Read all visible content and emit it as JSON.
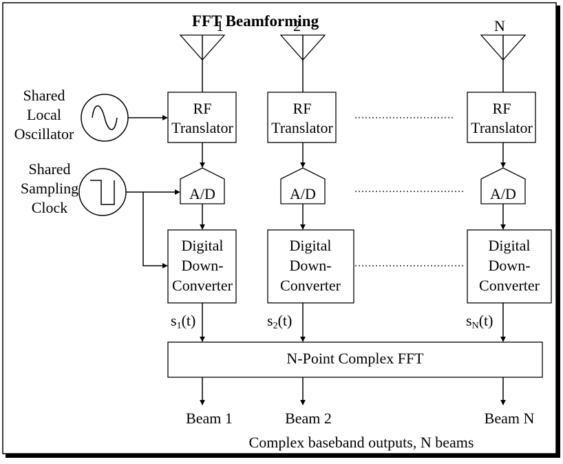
{
  "diagram": {
    "title": "FFT Beamforming",
    "channels": [
      {
        "label": "1",
        "rf": [
          "RF",
          "Translator"
        ],
        "adc": "A/D",
        "ddc": [
          "Digital",
          "Down-",
          "Converter"
        ],
        "signal": "s",
        "signal_sub": "1",
        "signal_tail": "(t)",
        "beam": "Beam 1"
      },
      {
        "label": "2",
        "rf": [
          "RF",
          "Translator"
        ],
        "adc": "A/D",
        "ddc": [
          "Digital",
          "Down-",
          "Converter"
        ],
        "signal": "s",
        "signal_sub": "2",
        "signal_tail": "(t)",
        "beam": "Beam 2"
      },
      {
        "label": "N",
        "rf": [
          "RF",
          "Translator"
        ],
        "adc": "A/D",
        "ddc": [
          "Digital",
          "Down-",
          "Converter"
        ],
        "signal": "s",
        "signal_sub": "N",
        "signal_tail": "(t)",
        "beam": "Beam N"
      }
    ],
    "oscillator_label": [
      "Shared",
      "Local",
      "Oscillator"
    ],
    "clock_label": [
      "Shared",
      "Sampling",
      "Clock"
    ],
    "fft_label": "N-Point Complex FFT",
    "footer": "Complex baseband outputs, N beams"
  }
}
